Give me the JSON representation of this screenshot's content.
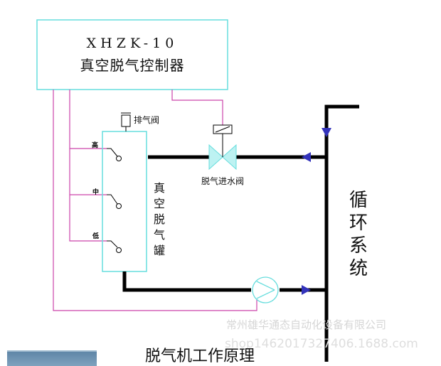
{
  "controller": {
    "model": "XHZK-10",
    "name": "真空脱气控制器"
  },
  "labels": {
    "vent_valve": "排气阀",
    "inlet_valve": "脱气进水阀",
    "tank": "真空脱气罐",
    "system": "循环系统",
    "level_high": "高",
    "level_mid": "中",
    "level_low": "低",
    "caption": "脱气机工作原理"
  },
  "watermark": {
    "line1": "常州雄华通态自动化设备有限公司",
    "line2": "shop1462017327406.1688.com"
  },
  "colors": {
    "signal_wire": "#cc44aa",
    "outline": "#66dddd",
    "pipe": "#000000",
    "arrow": "#3333bb"
  }
}
